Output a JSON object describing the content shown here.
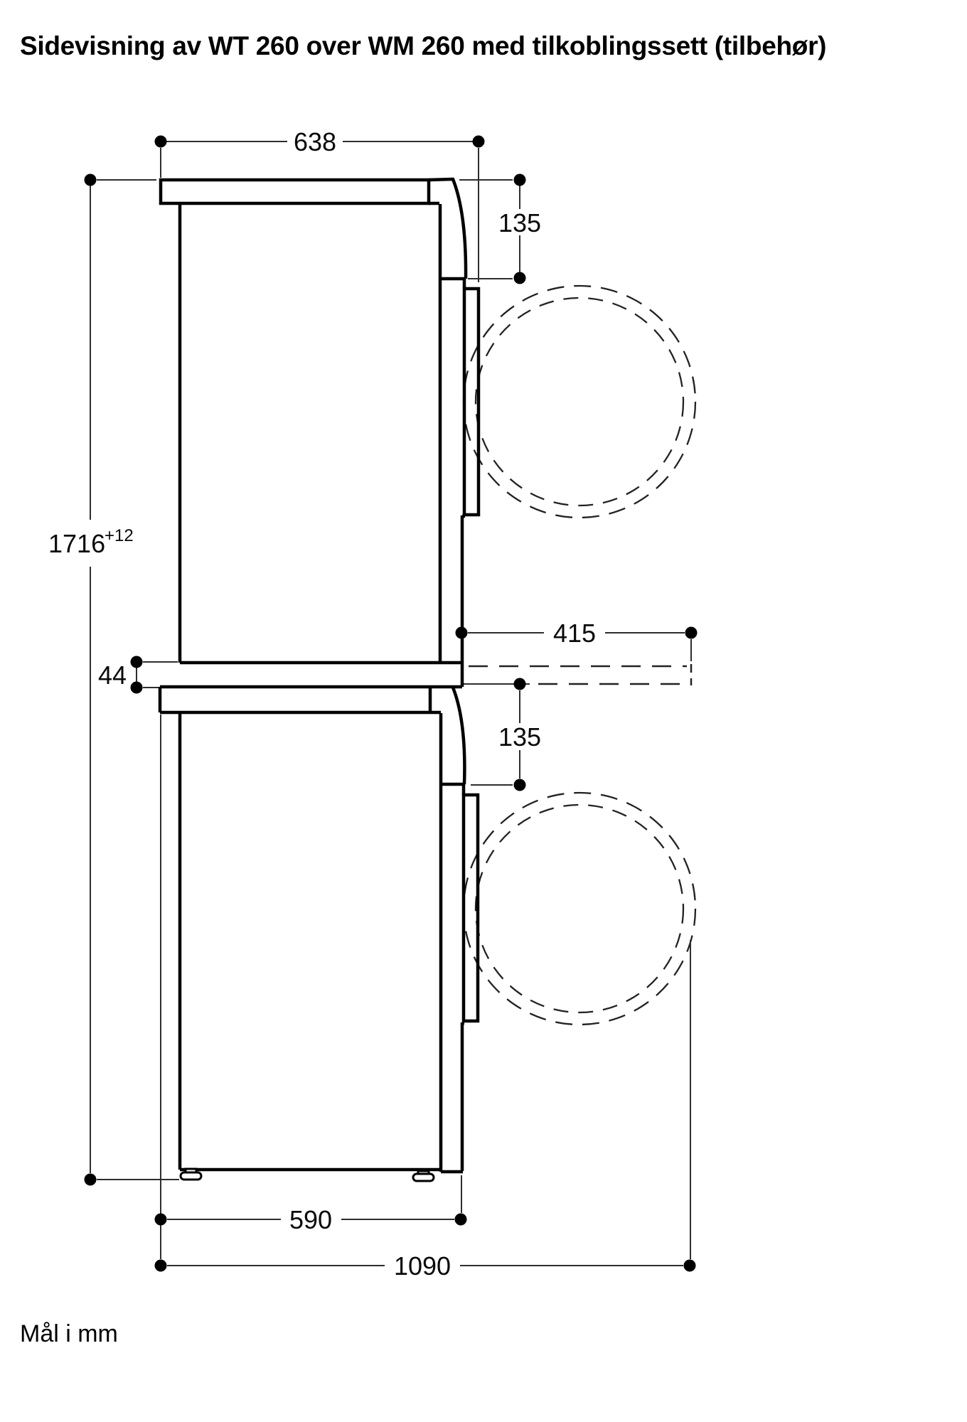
{
  "title": "Sidevisning av WT 260 over WM 260 med tilkoblingssett (tilbehør)",
  "footer": "Mål i mm",
  "dims": {
    "d638": "638",
    "d135_top": "135",
    "d1716": "1716",
    "d1716_sup": "+12",
    "d44": "44",
    "d415": "415",
    "d135_bottom": "135",
    "d590": "590",
    "d1090": "1090"
  }
}
